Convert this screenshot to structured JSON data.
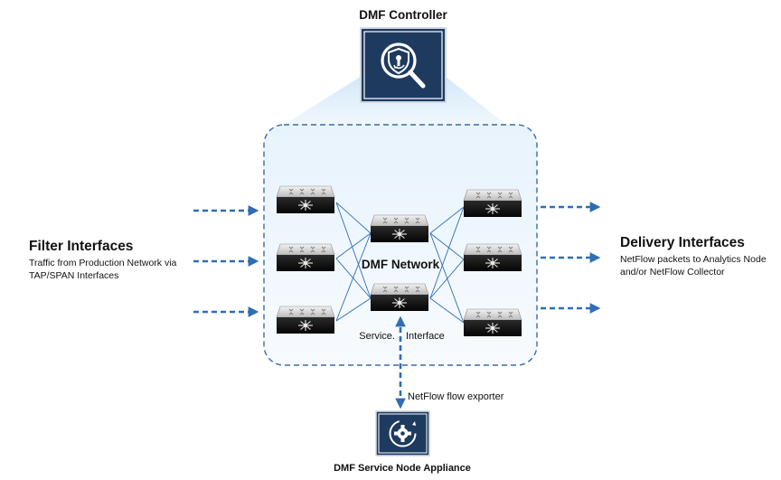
{
  "controller": {
    "title": "DMF Controller",
    "icon": "shield-search-icon"
  },
  "network": {
    "label": "DMF Network"
  },
  "filter": {
    "title": "Filter Interfaces",
    "line1": "Traffic from Production Network via",
    "line2": "TAP/SPAN Interfaces"
  },
  "delivery": {
    "title": "Delivery Interfaces",
    "line1": "NetFlow packets to Analytics Node",
    "line2": "and/or NetFlow Collector"
  },
  "service_interface": {
    "left": "Service.",
    "right": "Interface"
  },
  "exporter": {
    "label": "NetFlow flow exporter"
  },
  "service_node": {
    "title": "DMF Service Node Appliance",
    "icon": "gear-cycle-icon"
  },
  "colors": {
    "navy": "#1e3a5f",
    "accent_blue": "#2f6db5",
    "dashed_border": "#3d6aa8",
    "fabric_fill": "#eef6fc",
    "beam": "#cfe6f7"
  }
}
